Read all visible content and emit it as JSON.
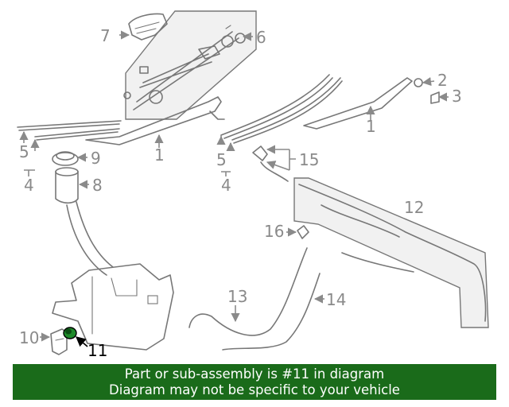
{
  "callouts": {
    "c1a": "1",
    "c1b": "1",
    "c2": "2",
    "c3": "3",
    "c4a": "4",
    "c4b": "4",
    "c5a": "5",
    "c5b": "5",
    "c6": "6",
    "c7": "7",
    "c8": "8",
    "c9": "9",
    "c10": "10",
    "c11": "11",
    "c12": "12",
    "c13": "13",
    "c14": "14",
    "c15": "15",
    "c16": "16"
  },
  "highlighted_part": "11",
  "banner": {
    "line1": "Part or sub-assembly is #11 in diagram",
    "line2": "Diagram may not be specific to your vehicle"
  },
  "colors": {
    "banner_bg": "#1a6b1a",
    "highlight_part": "#1e8a2a",
    "line_art": "#777777",
    "callout_text": "#8a8a8a"
  }
}
